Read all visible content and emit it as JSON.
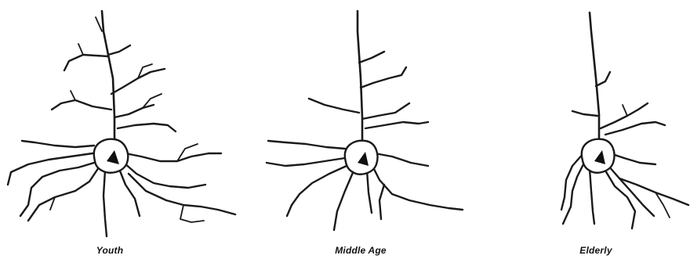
{
  "panels": [
    {
      "id": "youth",
      "caption": "Youth"
    },
    {
      "id": "middle",
      "caption": "Middle Age"
    },
    {
      "id": "elderly",
      "caption": "Elderly"
    }
  ]
}
